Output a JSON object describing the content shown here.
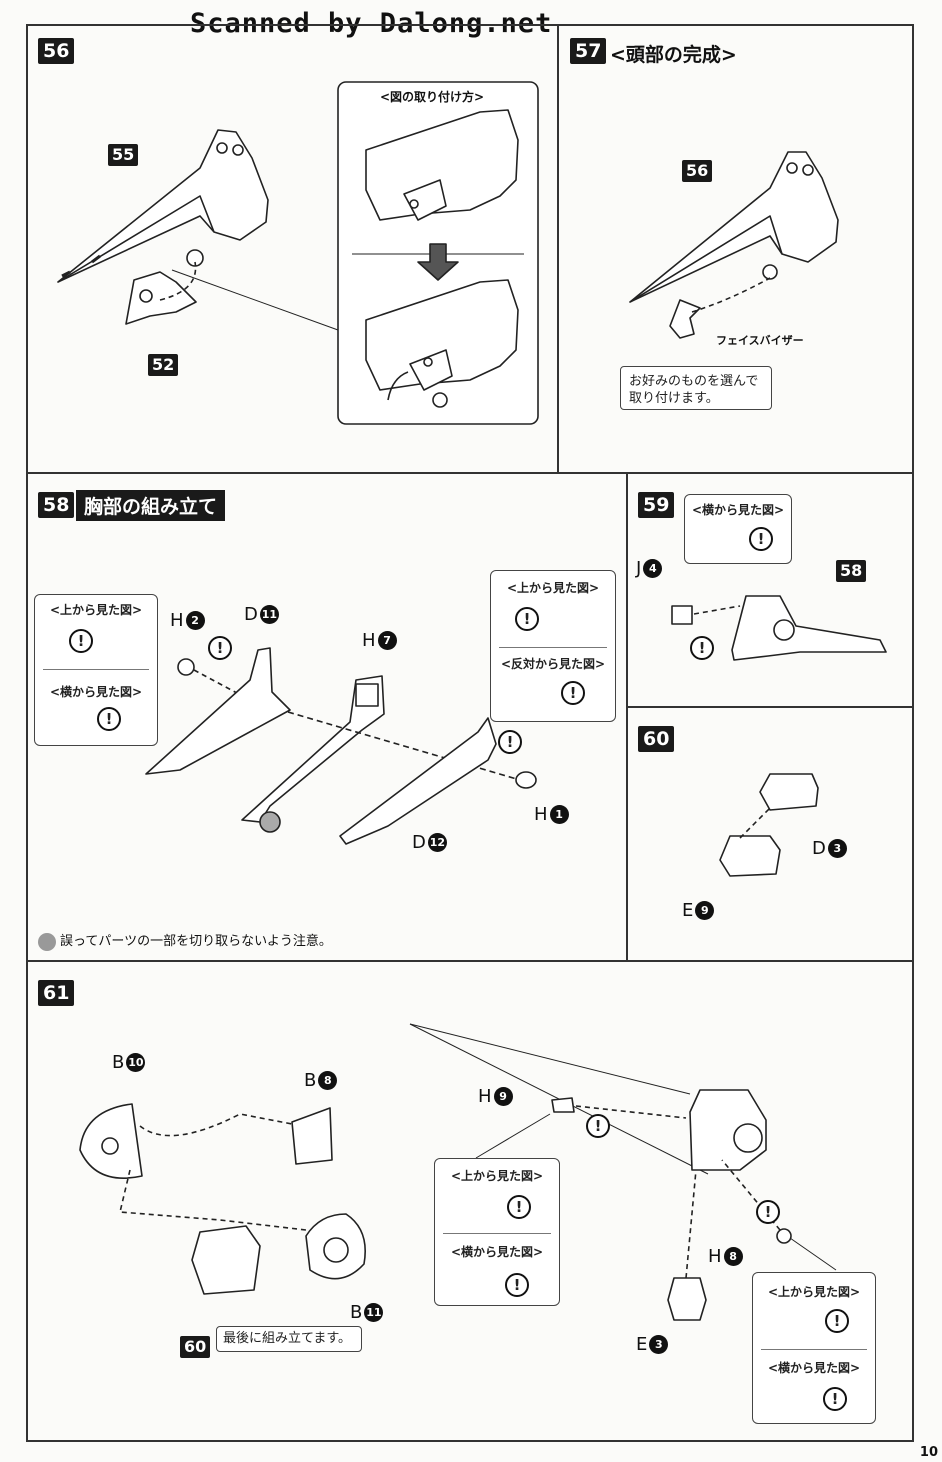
{
  "watermark": "Scanned by Dalong.net",
  "page_number": "10",
  "steps": {
    "s56": {
      "num": "56",
      "parts": {
        "p55": "55",
        "p52": "52"
      },
      "inset_title": "<図の取り付け方>"
    },
    "s57": {
      "num": "57",
      "title": "<頭部の完成>",
      "part": "56",
      "visor_label": "フェイスバイザー",
      "note_line1": "お好みのものを選んで",
      "note_line2": "取り付けます。"
    },
    "s58": {
      "num": "58",
      "title": "胸部の組み立て",
      "view_top": "<上から見た図>",
      "view_side": "<横から見た図>",
      "view_opposite": "<反対から見た図>",
      "parts": {
        "h2": {
          "letter": "H",
          "num": "2"
        },
        "d11": {
          "letter": "D",
          "num": "11"
        },
        "h7": {
          "letter": "H",
          "num": "7"
        },
        "h1": {
          "letter": "H",
          "num": "1"
        },
        "d12": {
          "letter": "D",
          "num": "12"
        }
      },
      "caution": "誤ってパーツの一部を切り取らないよう注意。"
    },
    "s59": {
      "num": "59",
      "view_side": "<横から見た図>",
      "j4": {
        "letter": "J",
        "num": "4"
      },
      "part": "58"
    },
    "s60": {
      "num": "60",
      "d3": {
        "letter": "D",
        "num": "3"
      },
      "e9": {
        "letter": "E",
        "num": "9"
      }
    },
    "s61": {
      "num": "61",
      "b10": {
        "letter": "B",
        "num": "10"
      },
      "b8": {
        "letter": "B",
        "num": "8"
      },
      "b11": {
        "letter": "B",
        "num": "11"
      },
      "part60": "60",
      "note": "最後に組み立てます。",
      "h9": {
        "letter": "H",
        "num": "9"
      },
      "h8": {
        "letter": "H",
        "num": "8"
      },
      "e3": {
        "letter": "E",
        "num": "3"
      },
      "view_top": "<上から見た図>",
      "view_side": "<横から見た図>"
    }
  },
  "excl_mark": "!"
}
